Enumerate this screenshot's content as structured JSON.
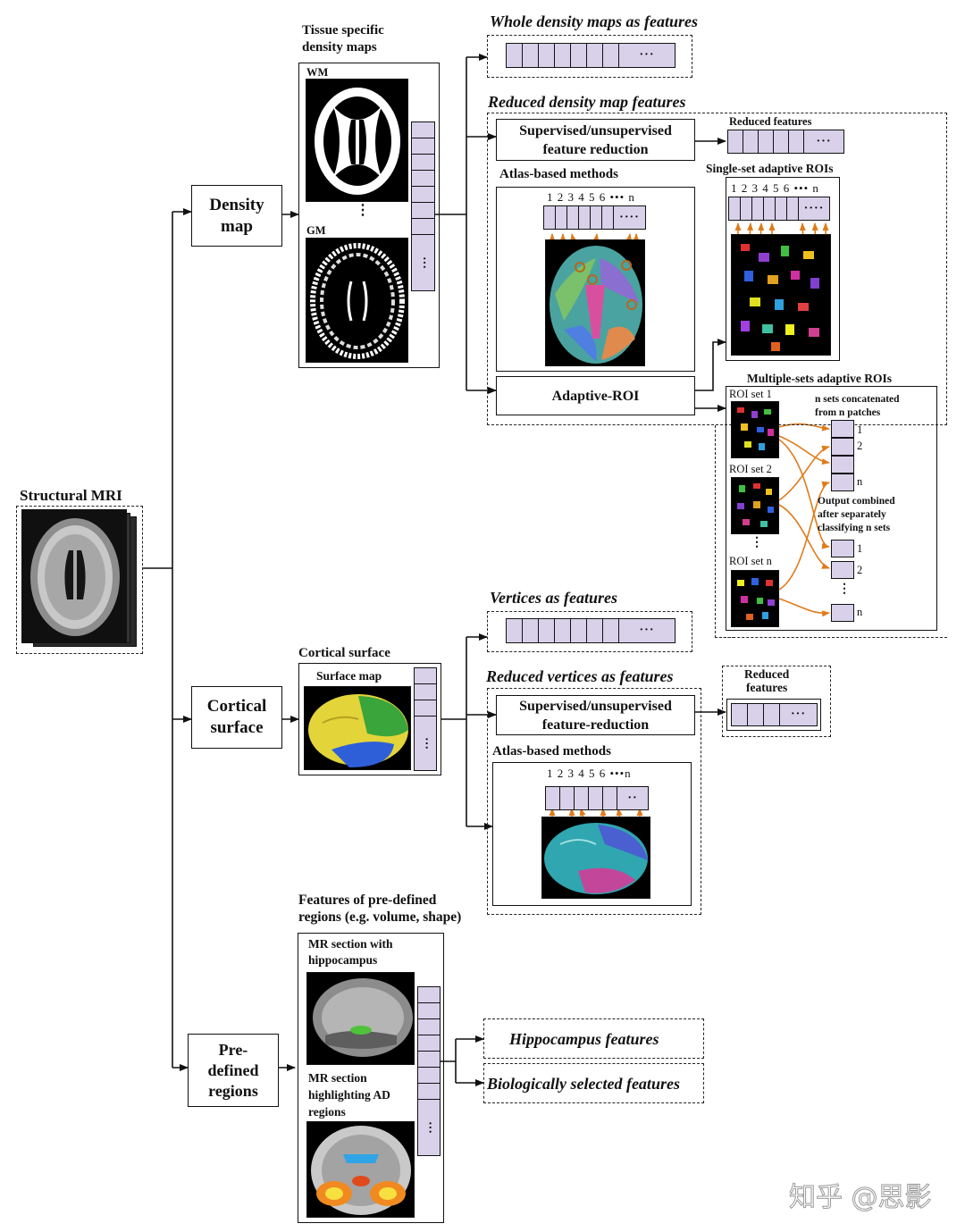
{
  "root": {
    "title": "Structural MRI"
  },
  "branches": {
    "density": "Density\nmap",
    "cortical": "Cortical\nsurface",
    "predefined": "Pre-\ndefined\nregions"
  },
  "density_panel": {
    "title": "Tissue specific\ndensity maps",
    "wm_label": "WM",
    "gm_label": "GM"
  },
  "whole_density": {
    "title": "Whole density maps as features"
  },
  "reduced_density": {
    "title": "Reduced density map features",
    "reduction_box": "Supervised/unsupervised\nfeature reduction",
    "reduced_features_label": "Reduced features",
    "atlas_title": "Atlas-based methods",
    "atlas_ticks": "1 2 3 4 5 6 ••• n",
    "adaptive_roi": "Adaptive-ROI",
    "single_set_title": "Single-set adaptive ROIs",
    "single_set_ticks": "1 2 3 4 5 6 ••• n",
    "multiple_sets_title": "Multiple-sets adaptive ROIs",
    "roi_set1": "ROI set 1",
    "roi_set2": "ROI set 2",
    "roi_setn": "ROI set  n",
    "concat_note": "n sets concatenated\nfrom n patches",
    "combined_note": "Output combined\nafter separately\nclassifying n sets",
    "idx_1": "1",
    "idx_2": "2",
    "idx_n": "n"
  },
  "cortical_panel": {
    "title": "Cortical surface",
    "surface_map": "Surface map"
  },
  "vertices": {
    "title": "Vertices as features"
  },
  "reduced_vertices": {
    "title": "Reduced vertices as features",
    "reduced_features_label": "Reduced\nfeatures",
    "reduction_box": "Supervised/unsupervised\nfeature-reduction",
    "atlas_title": "Atlas-based methods",
    "atlas_ticks": "1 2 3 4 5 6 •••n"
  },
  "predefined_panel": {
    "title": "Features of pre-defined\nregions (e.g. volume, shape)",
    "mr_hippo": "MR section with\nhippocampus",
    "mr_ad": "MR section\nhighlighting AD\nregions"
  },
  "outputs": {
    "hippocampus": "Hippocampus features",
    "biological": "Biologically selected features"
  },
  "watermark": "知乎 @思影",
  "colors": {
    "feature_cell": "#d9d1ea",
    "arrow_orange": "#e07b1a",
    "line": "#111111"
  }
}
